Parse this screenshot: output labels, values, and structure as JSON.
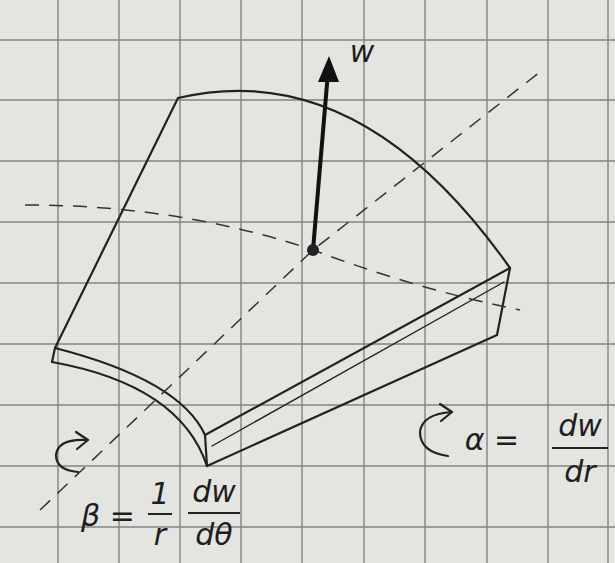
{
  "diagram": {
    "labels": [
      "w",
      "α =",
      "dw",
      "dr",
      "β =",
      "1",
      "r",
      "dw",
      "dθ"
    ]
  }
}
